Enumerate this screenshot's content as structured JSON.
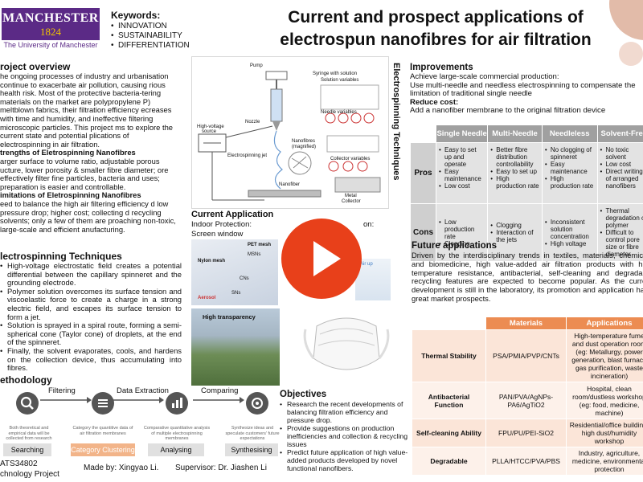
{
  "header": {
    "logo_name": "MANCHESTER",
    "logo_year": "1824",
    "logo_univ": "The University of Manchester",
    "keywords_title": "Keywords:",
    "keywords": [
      "INNOVATION",
      "SUSTAINABILITY",
      "DIFFERENTIATION"
    ],
    "title_line1": "Current and prospect applications of",
    "title_line2": "electrospun nanofibres for air filtration"
  },
  "overview": {
    "heading": "roject overview",
    "intro": "he ongoing processes of industry and urbanisation continue to exacerbate air pollution, causing rious health risk. Most of the protective bacteria-tering materials on the market are polypropylene P) meltblown fabrics, their filtration efficiency ecreases with time and humidity, and ineffective filtering microscopic particles. This project ms to explore the current state and potential plications of electrospinning in air filtration.",
    "strengths_title": "trengths of Eletrospinning Nanofibres",
    "strengths": "arger surface to volume ratio, adjustable porous ucture, lower porosity & smaller fibre diameter; ore effectively filter fine particles, bacteria and uses; preparation is easier and controllable.",
    "limits_title": "imitations of Eletrospinning Nanofibres",
    "limits": "eed to balance the high air filtering efficiency d low pressure drop; higher cost; collecting d recycling solvents; only a few of them are proaching non-toxic, large-scale and efficient anufacturing."
  },
  "techniques": {
    "heading": "lectrospinning Techniques",
    "items": [
      "High-voltage electrostatic field creates a potential differential between the capillary spinneret and the grounding electrode.",
      "Polymer solution overcomes its surface tension and viscoelastic force to create a charge in a strong electric field, and escapes its surface tension to form a jet.",
      "Solution is sprayed in a spiral route, forming a semi-spherical cone (Taylor cone) of droplets, at the end of the spinneret.",
      "Finally, the solvent evaporates, cools, and hardens on the collection device, thus accumulating into fibres."
    ]
  },
  "methodology": {
    "heading": "ethodology",
    "arrows": [
      "Filtering",
      "Data Extraction",
      "Comparing"
    ],
    "steps": [
      {
        "label": "Searching",
        "desc": "Both theoretical and empirical data will be collected from research"
      },
      {
        "label": "Category Clustering",
        "desc": "Category the quantitive data of air filtration membranes"
      },
      {
        "label": "Analysing",
        "desc": "Comparative quantitative analysis of multiple electrospinning membranes"
      },
      {
        "label": "Synthesising",
        "desc": "Synthesize ideas and speculate customers' future expectations"
      }
    ]
  },
  "footer": {
    "code": "ATS34802",
    "project": "chnology Project",
    "madeby": "Made by: Xingyao Li.",
    "supervisor": "Supervisor: Dr. Jiashen Li"
  },
  "diagram": {
    "pump": "Pump",
    "syringe": "Syringe with solution",
    "solution_vars": "Solution variables",
    "needle_vars": "Needle variables",
    "nozzle": "Nozzle",
    "hv1": "High-voltage",
    "hv2": "source",
    "jet": "Electrospinning jet",
    "nano1": "Nanofibres",
    "nano2": "(magnified)",
    "collector_vars": "Collector variables",
    "nanofiber": "Nanofiber",
    "metal1": "Metal",
    "metal2": "Collector",
    "vertical_title": "Electrospinning Techniques"
  },
  "current_app": {
    "heading": "Current Application",
    "indoor": "Indoor Protection:",
    "screen": "Screen window",
    "right_fragment": "on:",
    "photo_labels": [
      "PET mesh",
      "Nylon mesh",
      "MSNs",
      "Air up",
      "CNs",
      "SNs",
      "Aerosol"
    ],
    "transparency": "High transparency"
  },
  "objectives": {
    "heading": "Objectives",
    "items": [
      "Research the recent developments of balancing filtration efficiency and pressure drop.",
      "Provide suggestions on production inefficiencies and collection & recycling issues",
      "Predict future application of high value-added products developed by novel functional nanofibers."
    ]
  },
  "improvements": {
    "heading": "Improvements",
    "line1": "Achieve large-scale commercial production:",
    "line2": "Use multi-needle and needless electrospinning to compensate the limitation of traditional single needle",
    "line3": "Reduce cost:",
    "line4": "Add a nanofiber membrane to the original filtration device"
  },
  "comparison_table": {
    "headers": [
      "",
      "Single Needle",
      "Multi-Needle",
      "Needleless",
      "Solvent-Free"
    ],
    "rows": [
      {
        "label": "Pros",
        "cells": [
          [
            "Easy to set up and operate",
            "Easy maintenance",
            "Low cost"
          ],
          [
            "Better fibre distribution controllability",
            "Easy to set up",
            "High production rate"
          ],
          [
            "No clogging of spinneret",
            "Easy maintenance",
            "High production rate"
          ],
          [
            "No toxic solvent",
            "Low cost",
            "Direct writing of arranged nanofibers"
          ]
        ]
      },
      {
        "label": "Cons",
        "cells": [
          [
            "Low production rate",
            "Clogging"
          ],
          [
            "Clogging",
            "Interaction of the jets"
          ],
          [
            "Inconsistent solution concentration",
            "High voltage"
          ],
          [
            "Thermal degradation of polymer",
            "Difficult to control pore size or fibre diameter"
          ]
        ]
      }
    ]
  },
  "future": {
    "heading": "Future applications",
    "text": "Driven by the interdisciplinary trends in textiles, materials, chemicals and biomedicine, high value-added air filtration products with high temperature resistance, antibacterial, self-cleaning and degradable recycling features are expected to become popular. As the current development is still in the laboratory, its promotion and application have great market prospects."
  },
  "future_table": {
    "headers": [
      "",
      "Materials",
      "Applications"
    ],
    "rows": [
      {
        "label": "Thermal Stability",
        "materials": "PSA/PMIA/PVP/CNTs",
        "applications": "High-temperature fume and dust operation room (eg: Metallurgy, power generation, blast furnace gas purification, waste incineration)"
      },
      {
        "label": "Antibacterial Function",
        "materials": "PAN/PVA/AgNPs-PA6/AgTiO2",
        "applications": "Hospital, clean room/dustless workshop (eg: food, medicine, machine)"
      },
      {
        "label": "Self-cleaning Ability",
        "materials": "FPU/PU/PEI-SiO2",
        "applications": "Residential/office building, high dust/humidity workshop"
      },
      {
        "label": "Degradable",
        "materials": "PLLA/HTCC/PVA/PBS",
        "applications": "Industry, agriculture, medicine, environmental protection"
      }
    ]
  },
  "video": {
    "play_icon": "play-icon"
  }
}
